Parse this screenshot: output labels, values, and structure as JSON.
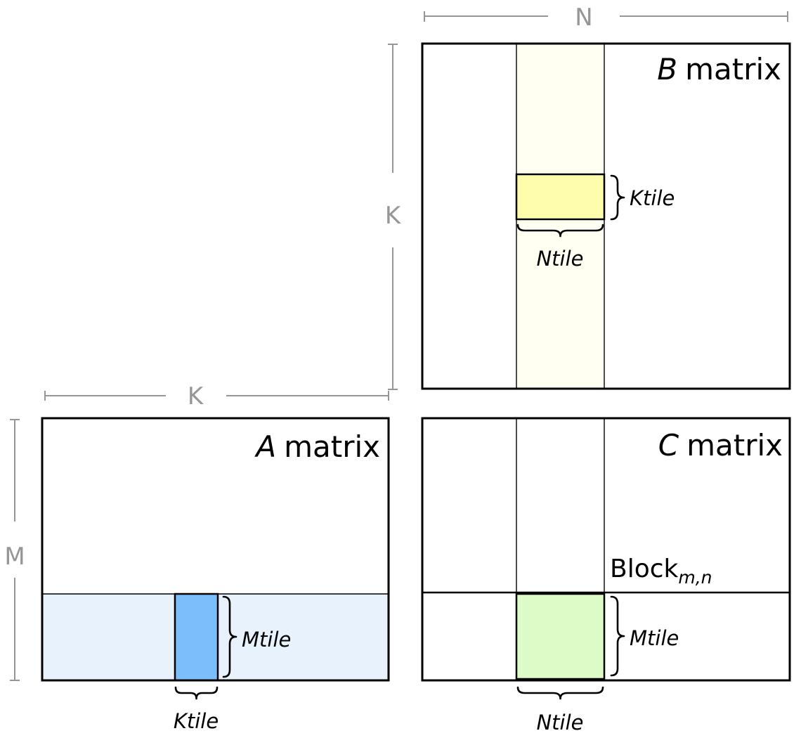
{
  "colors": {
    "background": "#ffffff",
    "border": "#000000",
    "dim_line": "#969696",
    "b_strip": "#fffff2",
    "b_tile": "#fdfdac",
    "a_strip": "#e8f2fc",
    "a_tile": "#7cbefc",
    "c_tile": "#dcfbc6"
  },
  "dim_labels": {
    "n": "N",
    "k_b": "K",
    "k_a": "K",
    "m": "M"
  },
  "matrices": {
    "b": {
      "name_italic": "B",
      "name_rest": "matrix",
      "ktile_label": "Ktile",
      "ntile_label": "Ntile"
    },
    "a": {
      "name_italic": "A",
      "name_rest": "matrix",
      "mtile_label": "Mtile",
      "ktile_label": "Ktile"
    },
    "c": {
      "name_italic": "C",
      "name_rest": "matrix",
      "block_label": "Block",
      "block_subscript": "m,n",
      "mtile_label": "Mtile",
      "ntile_label": "Ntile"
    }
  }
}
